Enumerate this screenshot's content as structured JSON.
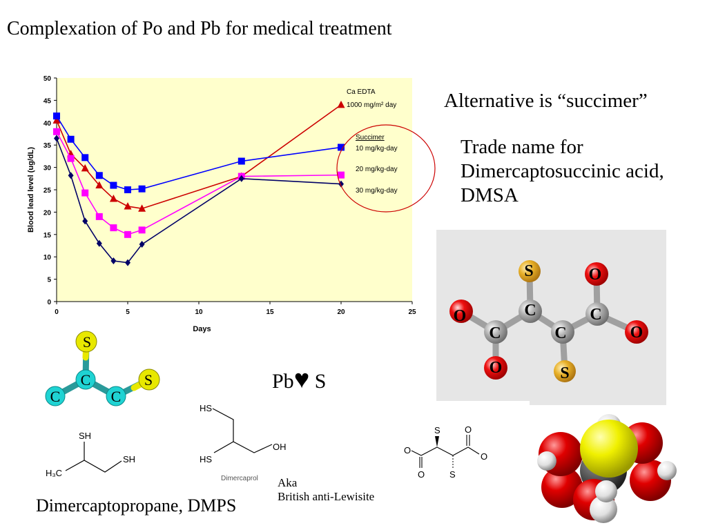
{
  "slide": {
    "title": "Complexation of Po and Pb for medical treatment",
    "alt_title": "Alternative is “succimer”",
    "trade_lines": [
      "Trade name for",
      "Dimercaptosuccinic acid,",
      "DMSA"
    ],
    "pb_label": "Pb",
    "heart_glyph": "♥",
    "s_label": "S",
    "dmps_label": "Dimercaptopropane, DMPS",
    "aka_lines": [
      "Aka",
      "British anti-Lewisite"
    ],
    "dimercaprol_caption": "Dimercaprol"
  },
  "molecules": {
    "ball_stick_atoms": [
      "S",
      "C",
      "C",
      "C",
      "S"
    ],
    "dmsa_3d_atoms": [
      "S",
      "O",
      "C",
      "O",
      "C",
      "C",
      "C",
      "O",
      "O",
      "S"
    ],
    "dmps_labels": [
      "SH",
      "SH",
      "H₃C"
    ],
    "bal_labels": [
      "HS",
      "HS",
      "OH"
    ],
    "dmsa_2d_labels": [
      "S",
      "O",
      "O",
      "O",
      "O",
      "S"
    ]
  },
  "chart_data": {
    "type": "line",
    "xlabel": "Days",
    "ylabel": "Blood lead level (ug/dL)",
    "xlim": [
      0,
      25
    ],
    "ylim": [
      0,
      50
    ],
    "xticks": [
      0,
      5,
      10,
      15,
      20,
      25
    ],
    "yticks": [
      0,
      5,
      10,
      15,
      20,
      25,
      30,
      35,
      40,
      45,
      50
    ],
    "grid": false,
    "background": "#ffffcc",
    "legend_group_title": "Succimer",
    "series": [
      {
        "name": "Ca EDTA\n1000 mg/m² day",
        "color": "#cc0000",
        "marker": "triangle",
        "x": [
          0,
          1,
          2,
          3,
          4,
          5,
          6,
          13,
          20
        ],
        "y": [
          40.5,
          33,
          29.8,
          26,
          23,
          21.3,
          20.8,
          28,
          44
        ]
      },
      {
        "name": "10 mg/kg-day",
        "color": "#0000ff",
        "marker": "square",
        "x": [
          0,
          1,
          2,
          3,
          4,
          5,
          6,
          13,
          20
        ],
        "y": [
          41.5,
          36.3,
          32.2,
          28.2,
          26,
          25,
          25.2,
          31.4,
          34.5
        ]
      },
      {
        "name": "20 mg/kg-day",
        "color": "#ff00ff",
        "marker": "square",
        "x": [
          0,
          1,
          2,
          3,
          4,
          5,
          6,
          13,
          20
        ],
        "y": [
          38,
          32,
          24.3,
          19,
          16.5,
          15,
          16,
          28,
          28.3
        ]
      },
      {
        "name": "30 mg/kg-day",
        "color": "#000066",
        "marker": "diamond",
        "x": [
          0,
          1,
          2,
          3,
          4,
          5,
          6,
          13,
          20
        ],
        "y": [
          36.5,
          28.2,
          18,
          13,
          9.1,
          8.7,
          12.8,
          27.5,
          26.3
        ]
      }
    ]
  },
  "colors": {
    "highlight_circle": "#cc0000",
    "carbon_cyan": "#1fd3d3",
    "sulfur_yellow": "#e8e800",
    "oxygen_red": "#dd0000",
    "carbon_gray": "#9a9a9a",
    "sulfur_gold": "#e0a020"
  }
}
